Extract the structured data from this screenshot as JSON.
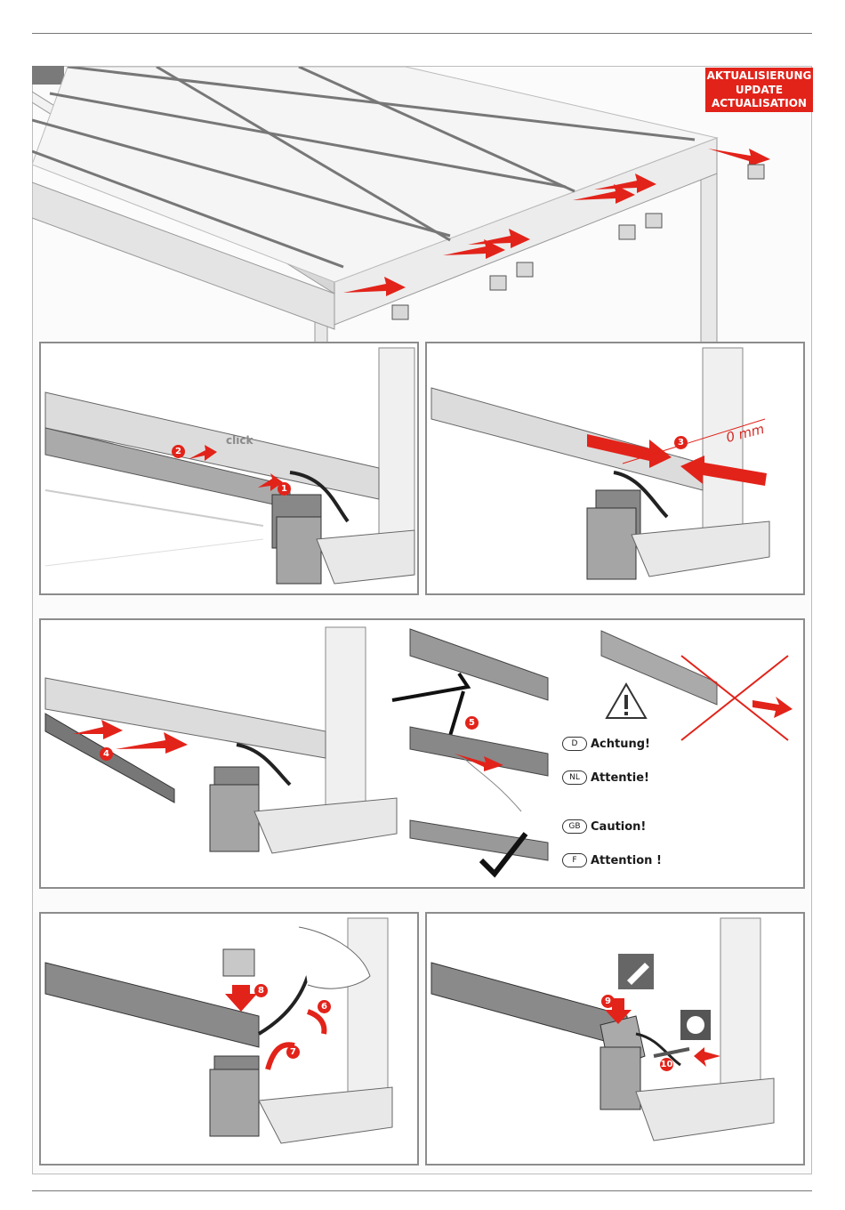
{
  "badge": {
    "line1": "AKTUALISIERUNG",
    "line2": "UPDATE",
    "line3": "ACTUALISATION"
  },
  "labels": {
    "click": "click",
    "gap": "0 mm"
  },
  "steps": [
    "1",
    "2",
    "3",
    "4",
    "5",
    "6",
    "7",
    "8",
    "9",
    "10"
  ],
  "warnings": [
    {
      "code": "D",
      "text": "Achtung!"
    },
    {
      "code": "NL",
      "text": "Attentie!"
    },
    {
      "code": "GB",
      "text": "Caution!"
    },
    {
      "code": "F",
      "text": "Attention !"
    }
  ],
  "colors": {
    "accent": "#e2231a",
    "frame": "#8c8c8c",
    "part": "#9a9a9a"
  }
}
